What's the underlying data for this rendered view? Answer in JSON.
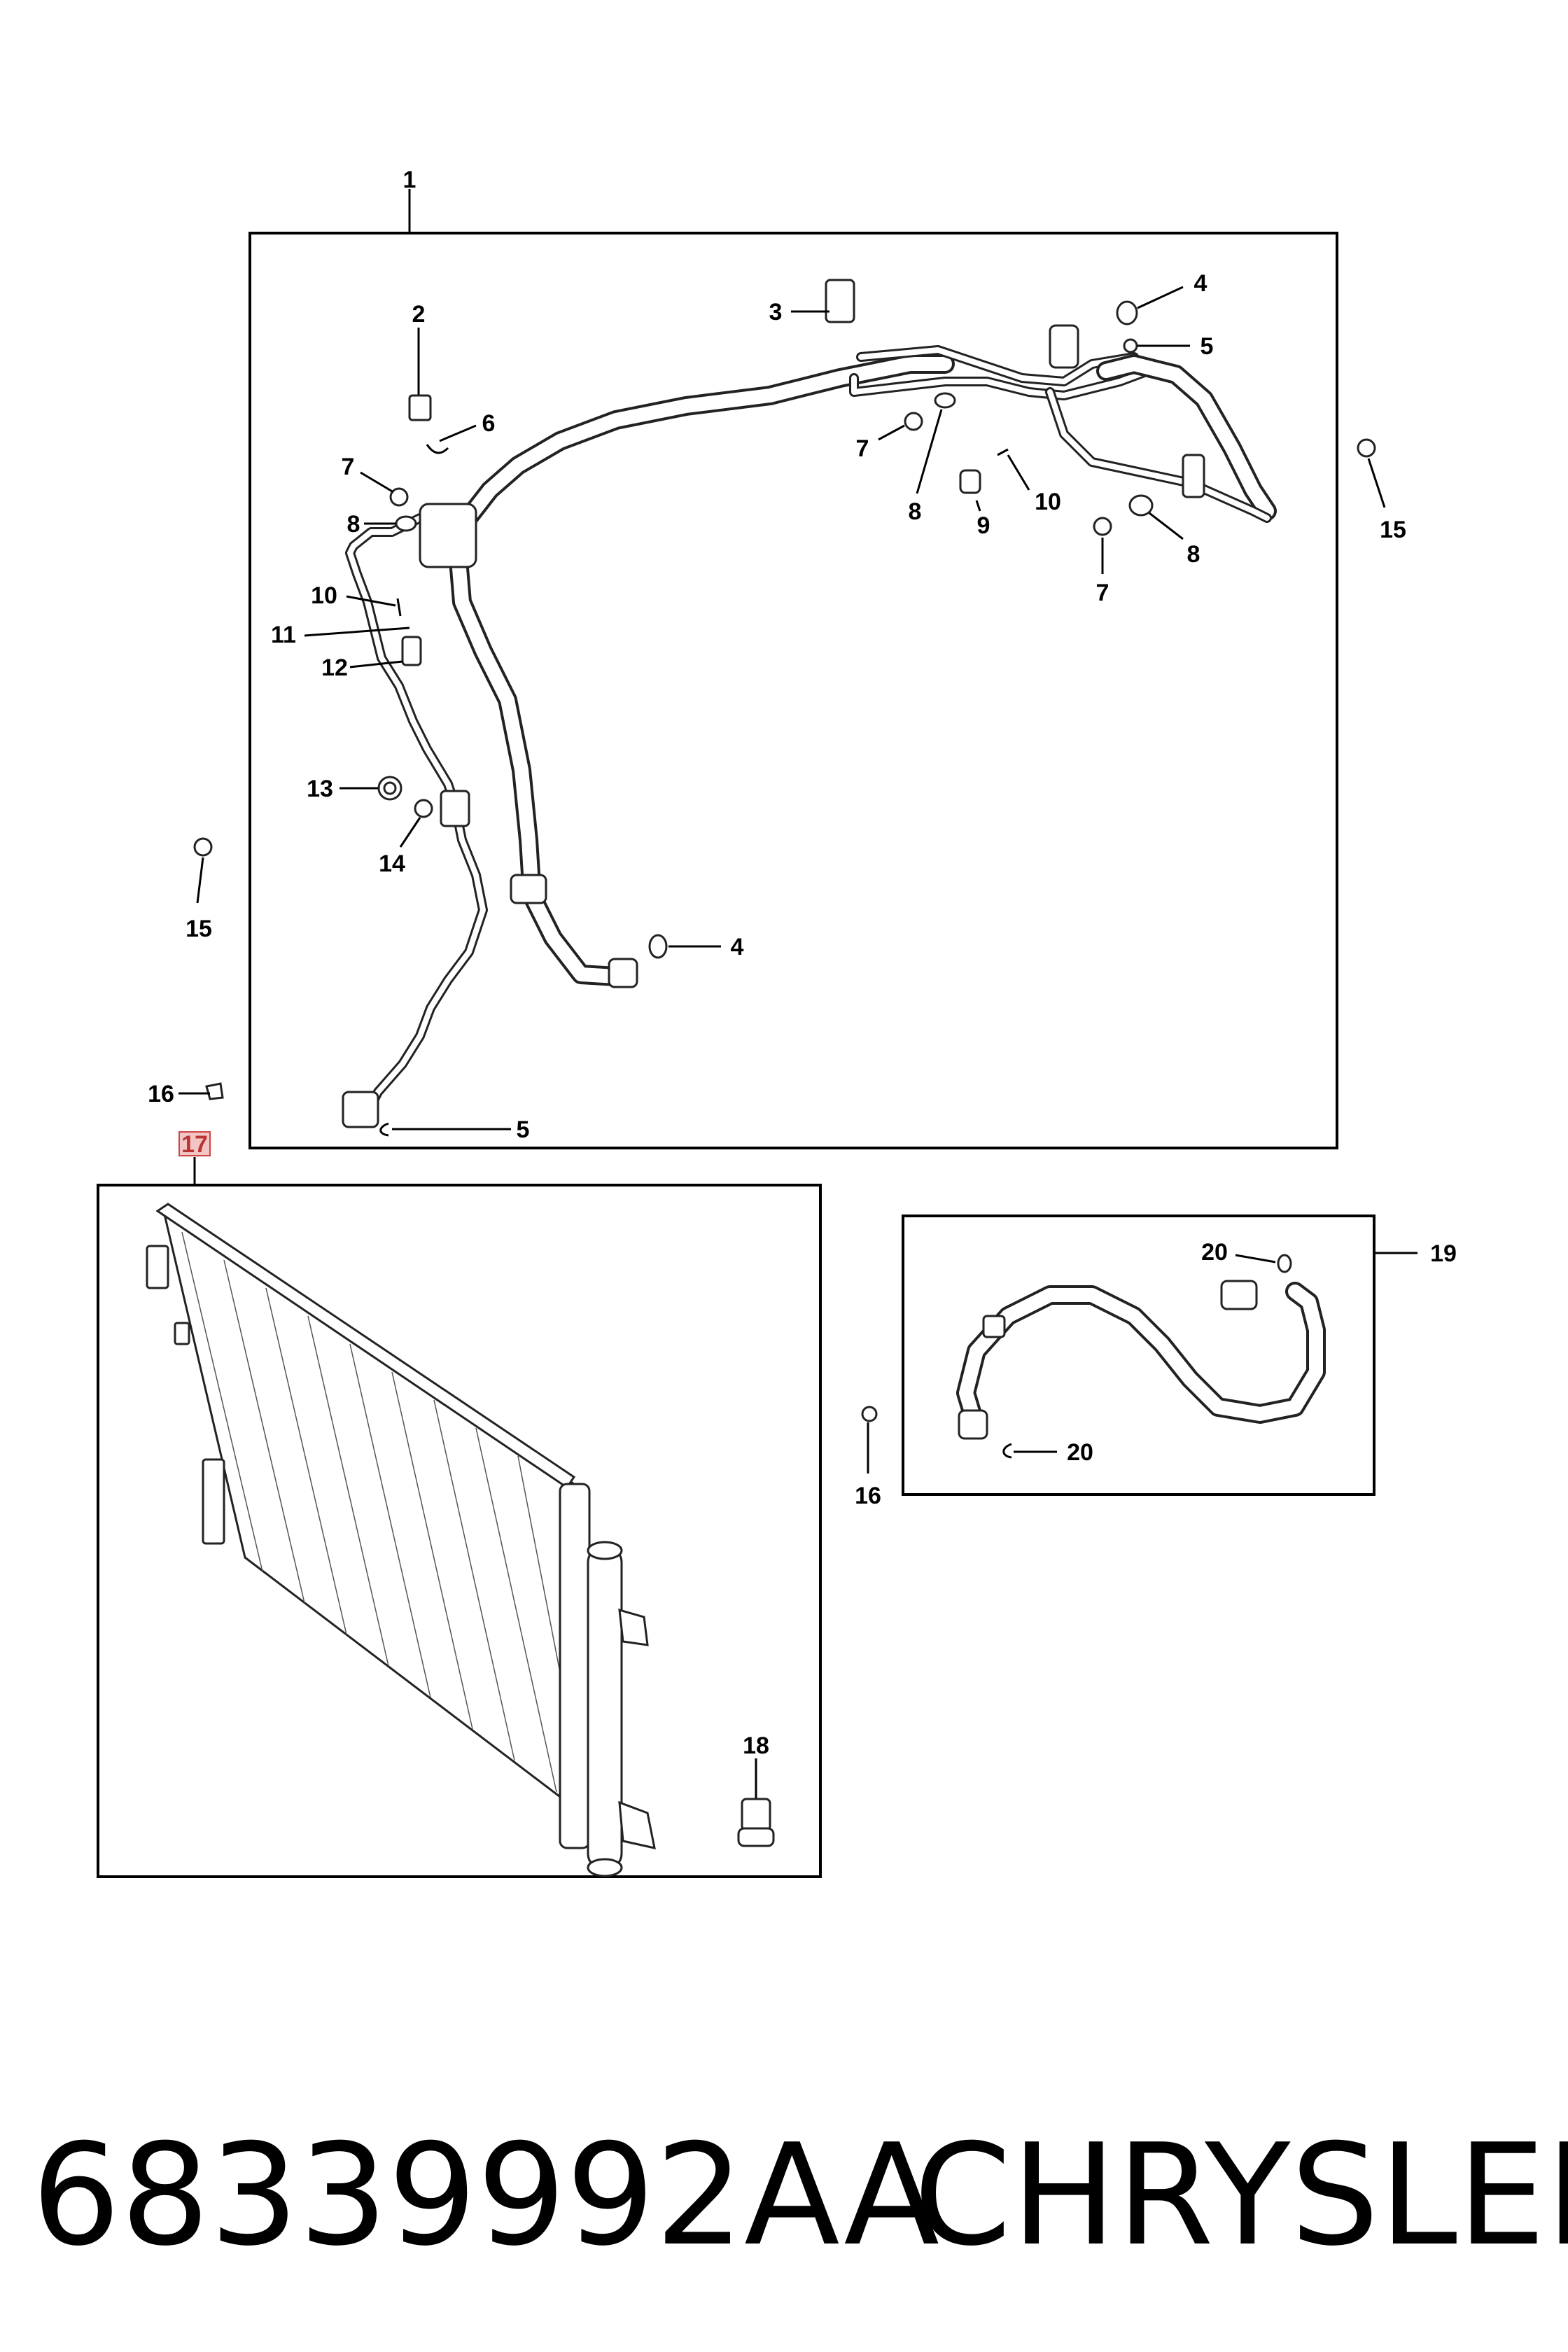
{
  "callouts": {
    "c1": "1",
    "c2": "2",
    "c3": "3",
    "c4a": "4",
    "c4b": "4",
    "c5a": "5",
    "c5b": "5",
    "c6": "6",
    "c7a": "7",
    "c7b": "7",
    "c7c": "7",
    "c8a": "8",
    "c8b": "8",
    "c8c": "8",
    "c9": "9",
    "c10a": "10",
    "c10b": "10",
    "c11": "11",
    "c12": "12",
    "c13": "13",
    "c14": "14",
    "c15a": "15",
    "c15b": "15",
    "c16a": "16",
    "c16b": "16",
    "c17": "17",
    "c18": "18",
    "c19": "19",
    "c20a": "20",
    "c20b": "20"
  },
  "caption": {
    "part_number": "68339992AA",
    "brand": "CHRYSLER"
  },
  "colors": {
    "line": "#000000",
    "highlight_fill": "#f3c6c6",
    "highlight_stroke": "#cc4444"
  }
}
